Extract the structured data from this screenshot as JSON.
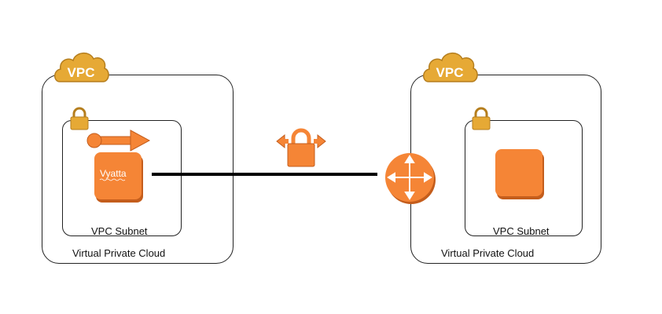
{
  "left_vpc": {
    "badge": "VPC",
    "cloud_label": "Virtual Private Cloud",
    "subnet_label": "VPC Subnet",
    "instance_label": "Vyatta"
  },
  "right_vpc": {
    "badge": "VPC",
    "cloud_label": "Virtual Private Cloud",
    "subnet_label": "VPC Subnet"
  },
  "connection": {
    "vpn_icon": "vpn-gateway-icon",
    "router_icon": "router-icon"
  },
  "colors": {
    "orange": "#F58536",
    "orange_dark": "#C45D1C",
    "gold": "#E6A935",
    "gold_dark": "#B57E1E",
    "line": "#000000"
  }
}
